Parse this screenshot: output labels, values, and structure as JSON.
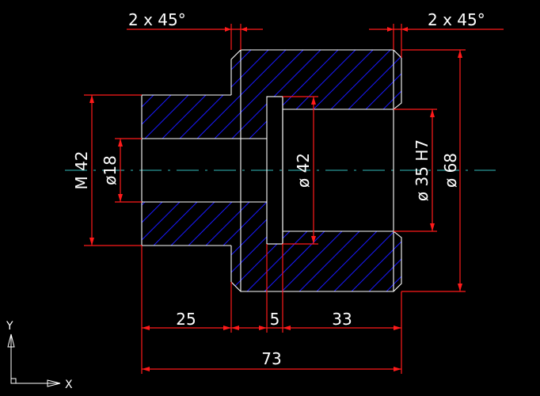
{
  "drawing": {
    "colors": {
      "background": "#000000",
      "outline": "#ffffff",
      "hatch": "#1a1aff",
      "dimension": "#ff1a1a",
      "centerline": "#33bbbb",
      "text": "#ffffff"
    },
    "chamfer_left": "2 x 45°",
    "chamfer_right": "2 x 45°",
    "thread": "M 42",
    "bore_small": "ø18",
    "bore_mid": "ø 42",
    "bore_large": "ø 35 H7",
    "outer_dia": "ø 68",
    "len_a": "25",
    "len_b": "5",
    "len_c": "33",
    "len_total": "73",
    "axis_y": "Y",
    "axis_x": "X"
  }
}
